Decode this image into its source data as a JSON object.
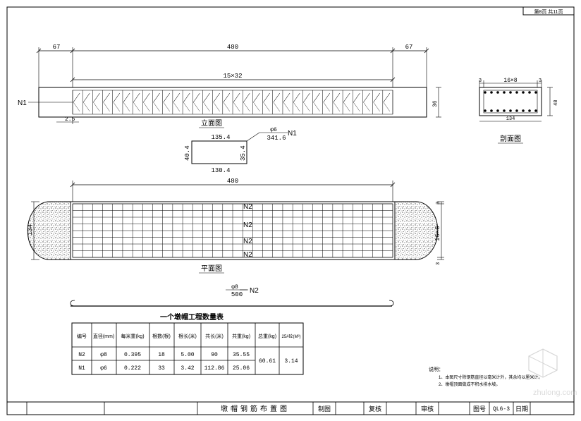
{
  "header": {
    "page_info": "第8页 共11页"
  },
  "elevation": {
    "dim_left": "67",
    "dim_center": "480",
    "dim_right": "67",
    "spacing": "15×32",
    "bar_label": "N1",
    "cover": "2.5",
    "height": "36",
    "title": "立面图"
  },
  "stirrup_detail": {
    "top": "135.4",
    "bottom": "130.4",
    "left": "40.4",
    "right": "35.4",
    "dia": "φ6",
    "length": "341.6",
    "label": "N1"
  },
  "section": {
    "dim_top": "16×8",
    "dim_side": "48",
    "dim_bottom": "134",
    "cover": "3",
    "title": "剖面图"
  },
  "plan": {
    "dim_top": "480",
    "dim_left": "134",
    "dim_right": "16×8",
    "cover": "3",
    "labels": [
      "N2",
      "N2",
      "N2",
      "N2"
    ],
    "title": "平面图"
  },
  "bar_n2": {
    "dia": "φ8",
    "length": "500",
    "label": "N2"
  },
  "table": {
    "title": "一个墩帽工程数量表",
    "headers": [
      "编号",
      "直径(mm)",
      "每米重(kg)",
      "根数(根)",
      "根长(米)",
      "共长(米)",
      "共重(kg)",
      "总重(kg)",
      "25#砼(M³)"
    ],
    "rows": [
      [
        "N2",
        "φ8",
        "0.395",
        "18",
        "5.00",
        "90",
        "35.55"
      ],
      [
        "N1",
        "φ6",
        "0.222",
        "33",
        "3.42",
        "112.86",
        "25.06"
      ]
    ],
    "total_weight": "60.61",
    "concrete": "3.14"
  },
  "notes": {
    "title": "说明：",
    "items": [
      "1、本图尺寸除钢筋直径以毫米计外，其余均以厘米计。",
      "2、墩帽顶面做成不积水排水坡。"
    ]
  },
  "title_block": {
    "drawing_title": "墩帽钢筋布置图",
    "drawn": "制图",
    "checked": "复核",
    "reviewed": "审核",
    "fig_no_label": "图号",
    "fig_no": "QL6-3",
    "date_label": "日期"
  },
  "watermark": "zhulong.com"
}
